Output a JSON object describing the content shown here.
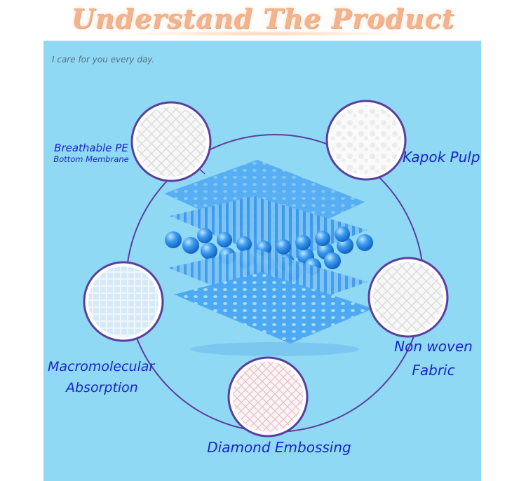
{
  "header": {
    "title": "Understand The Product"
  },
  "panel": {
    "tagline": "I care for you every day."
  },
  "layers": {
    "breathable": {
      "line1": "Breathable PE",
      "line2": "Bottom Membrane"
    },
    "kapok": {
      "label": "Kapok Pulp"
    },
    "macro": {
      "line1": "Macromolecular",
      "line2": "Absorption"
    },
    "nonwoven": {
      "line1": "Non woven",
      "line2": "Fabric"
    },
    "diamond": {
      "label": "Diamond Embossing"
    }
  },
  "colors": {
    "background": "#8fd9f5",
    "ring": "#5b3f9e",
    "label": "#1a25c9",
    "title": "#f3b38d"
  }
}
